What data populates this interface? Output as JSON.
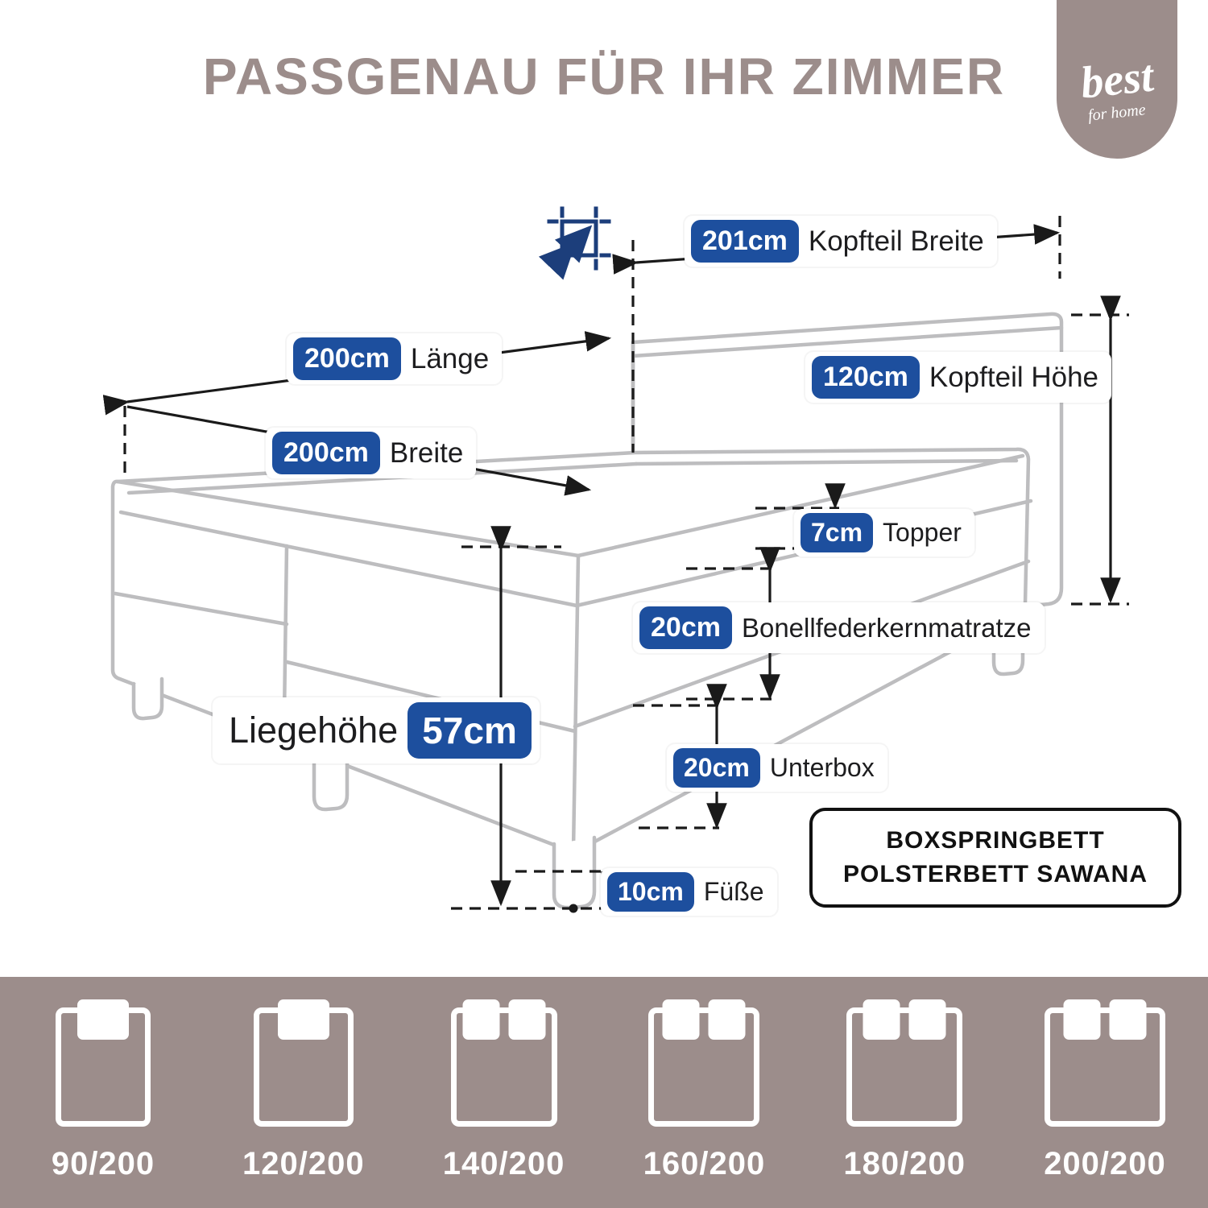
{
  "title": "PASSGENAU FÜR IHR ZIMMER",
  "logo": {
    "brand": "best",
    "tagline": "for home"
  },
  "colors": {
    "accent_blue": "#1d4f9e",
    "icon_navy": "#1c3e7b",
    "taupe": "#9c8d8b",
    "line_gray": "#bdbdbf",
    "ink": "#1a1a1a"
  },
  "icons": {
    "size_reference": "expand-resize-icon"
  },
  "diagram": {
    "labels": {
      "kopfteil_breite": {
        "value": "201cm",
        "text": "Kopfteil Breite"
      },
      "kopfteil_hoehe": {
        "value": "120cm",
        "text": "Kopfteil Höhe"
      },
      "laenge": {
        "value": "200cm",
        "text": "Länge"
      },
      "breite": {
        "value": "200cm",
        "text": "Breite"
      },
      "topper": {
        "value": "7cm",
        "text": "Topper"
      },
      "bonell": {
        "value": "20cm",
        "text": "Bonellfederkernmatratze"
      },
      "liegehoehe": {
        "text": "Liegehöhe",
        "value": "57cm"
      },
      "unterbox": {
        "value": "20cm",
        "text": "Unterbox"
      },
      "fuesse": {
        "value": "10cm",
        "text": "Füße"
      }
    },
    "product_box": {
      "line1": "BOXSPRINGBETT",
      "line2": "POLSTERBETT SAWANA"
    }
  },
  "sizes": [
    {
      "label": "90/200",
      "pillows": 1
    },
    {
      "label": "120/200",
      "pillows": 1
    },
    {
      "label": "140/200",
      "pillows": 2
    },
    {
      "label": "160/200",
      "pillows": 2
    },
    {
      "label": "180/200",
      "pillows": 2
    },
    {
      "label": "200/200",
      "pillows": 2
    }
  ]
}
